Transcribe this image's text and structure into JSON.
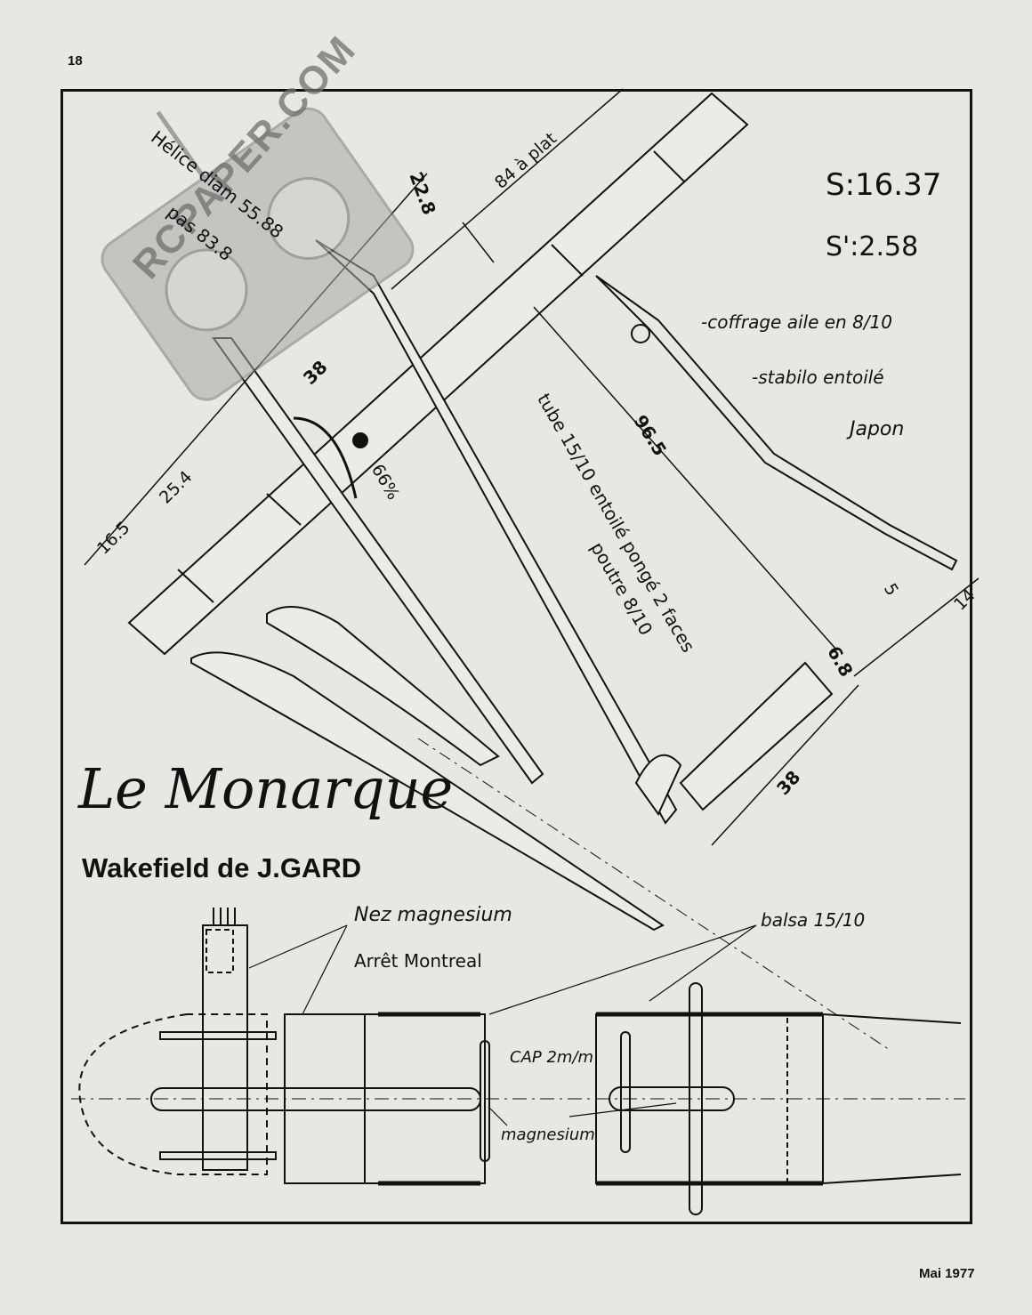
{
  "page": {
    "number": "18",
    "footer": "Mai 1977"
  },
  "specs": {
    "wing_area": "S:16.37",
    "stab_area": "S':2.58"
  },
  "notes": {
    "wing_sheeting": "-coffrage aile en 8/10",
    "stab_covering": "-stabilo entoilé",
    "japon": "Japon"
  },
  "title": {
    "name": "Le Monarque",
    "subtitle": "Wakefield de J.GARD"
  },
  "propeller": {
    "diameter": "Hélice diam 55.88",
    "pitch": "pas 83.8"
  },
  "dimensions": {
    "flat_width": "84 à plat",
    "d22_8": "22.8",
    "d38_top": "38",
    "d96_5": "96.5",
    "d66pct": "66%",
    "d25_4": "25.4",
    "d16_5": "16.5",
    "d5": "5",
    "d14": "14",
    "d6_8": "6.8",
    "d38_bottom": "38"
  },
  "fuselage": {
    "tube": "tube 15/10 entoilé pongé 2 faces",
    "boom": "poutre 8/10"
  },
  "detail_labels": {
    "nose": "Nez magnesium",
    "stop": "Arrêt Montreal",
    "balsa": "balsa 15/10",
    "cap": "CAP 2m/m",
    "magnesium": "magnesium"
  },
  "watermark": {
    "text": "RCPAPER.COM",
    "icon": "rc-transmitter-icon"
  },
  "colors": {
    "paper": "#e9e7e2",
    "ink": "#111111",
    "watermark": "#9a9a98"
  }
}
